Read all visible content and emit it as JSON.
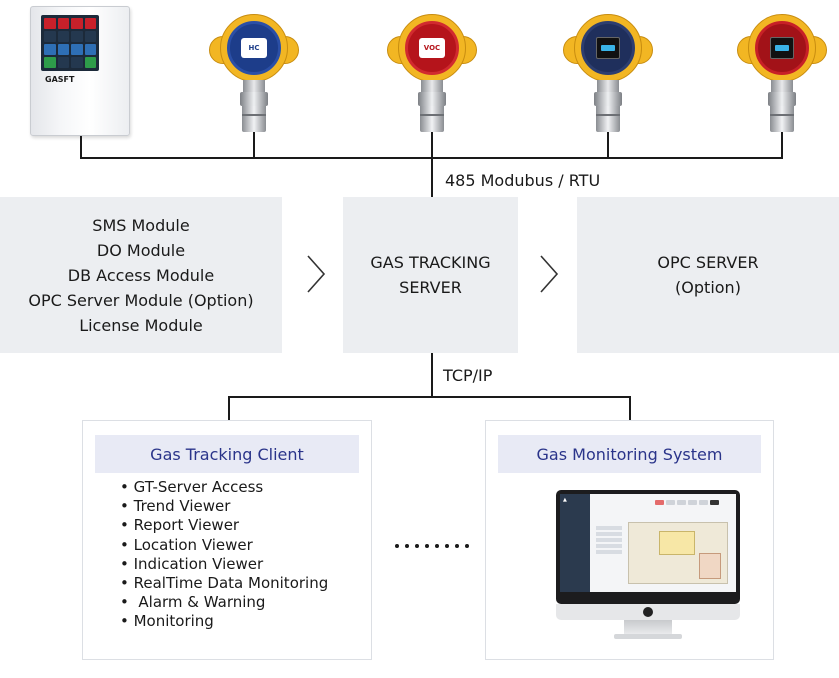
{
  "labels": {
    "bus": "485 Modubus / RTU",
    "tcp": "TCP/IP"
  },
  "devices": {
    "panel_logo": "GASFT",
    "detector_1": "HC",
    "detector_2": "VOC"
  },
  "modules_box": {
    "items": [
      "SMS Module",
      "DO Module",
      "DB Access Module",
      "OPC Server Module (Option)",
      "License Module"
    ]
  },
  "server_box": {
    "line1": "GAS TRACKING",
    "line2": "SERVER"
  },
  "opc_box": {
    "line1": "OPC SERVER",
    "line2": "(Option)"
  },
  "client_card": {
    "title": "Gas Tracking Client",
    "bullets": [
      "• GT-Server Access",
      "• Trend Viewer",
      "• Report Viewer",
      "• Location Viewer",
      "• Indication Viewer",
      "• RealTime Data Monitoring",
      "•  Alarm & Warning",
      "• Monitoring"
    ]
  },
  "monitoring_card": {
    "title": "Gas Monitoring System"
  },
  "colors": {
    "box_gray": "#eceef1",
    "title_bg": "#e8eaf5",
    "title_text": "#2a348a",
    "detector_yellow": "#f2b623"
  }
}
